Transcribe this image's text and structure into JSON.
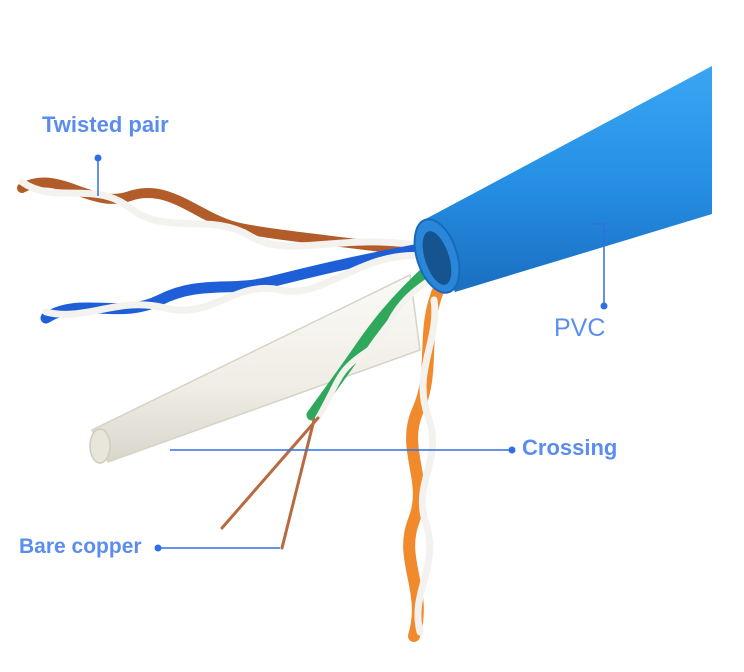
{
  "colors": {
    "label_text": "#5b8df0",
    "leader_line": "#2f6fe6",
    "jacket": "#2690e6",
    "jacket_dark": "#1a6fc0",
    "separator": "#f3f1ea",
    "wire_white": "#f4f2ef",
    "wire_brown": "#b25c2a",
    "wire_blue": "#1e5fd8",
    "wire_green": "#2fa85c",
    "wire_orange": "#f08a2c",
    "copper": "#b86a40"
  },
  "labels": {
    "twisted_pair": "Twisted pair",
    "pvc": "PVC",
    "crossing": "Crossing",
    "bare_copper": "Bare copper"
  }
}
